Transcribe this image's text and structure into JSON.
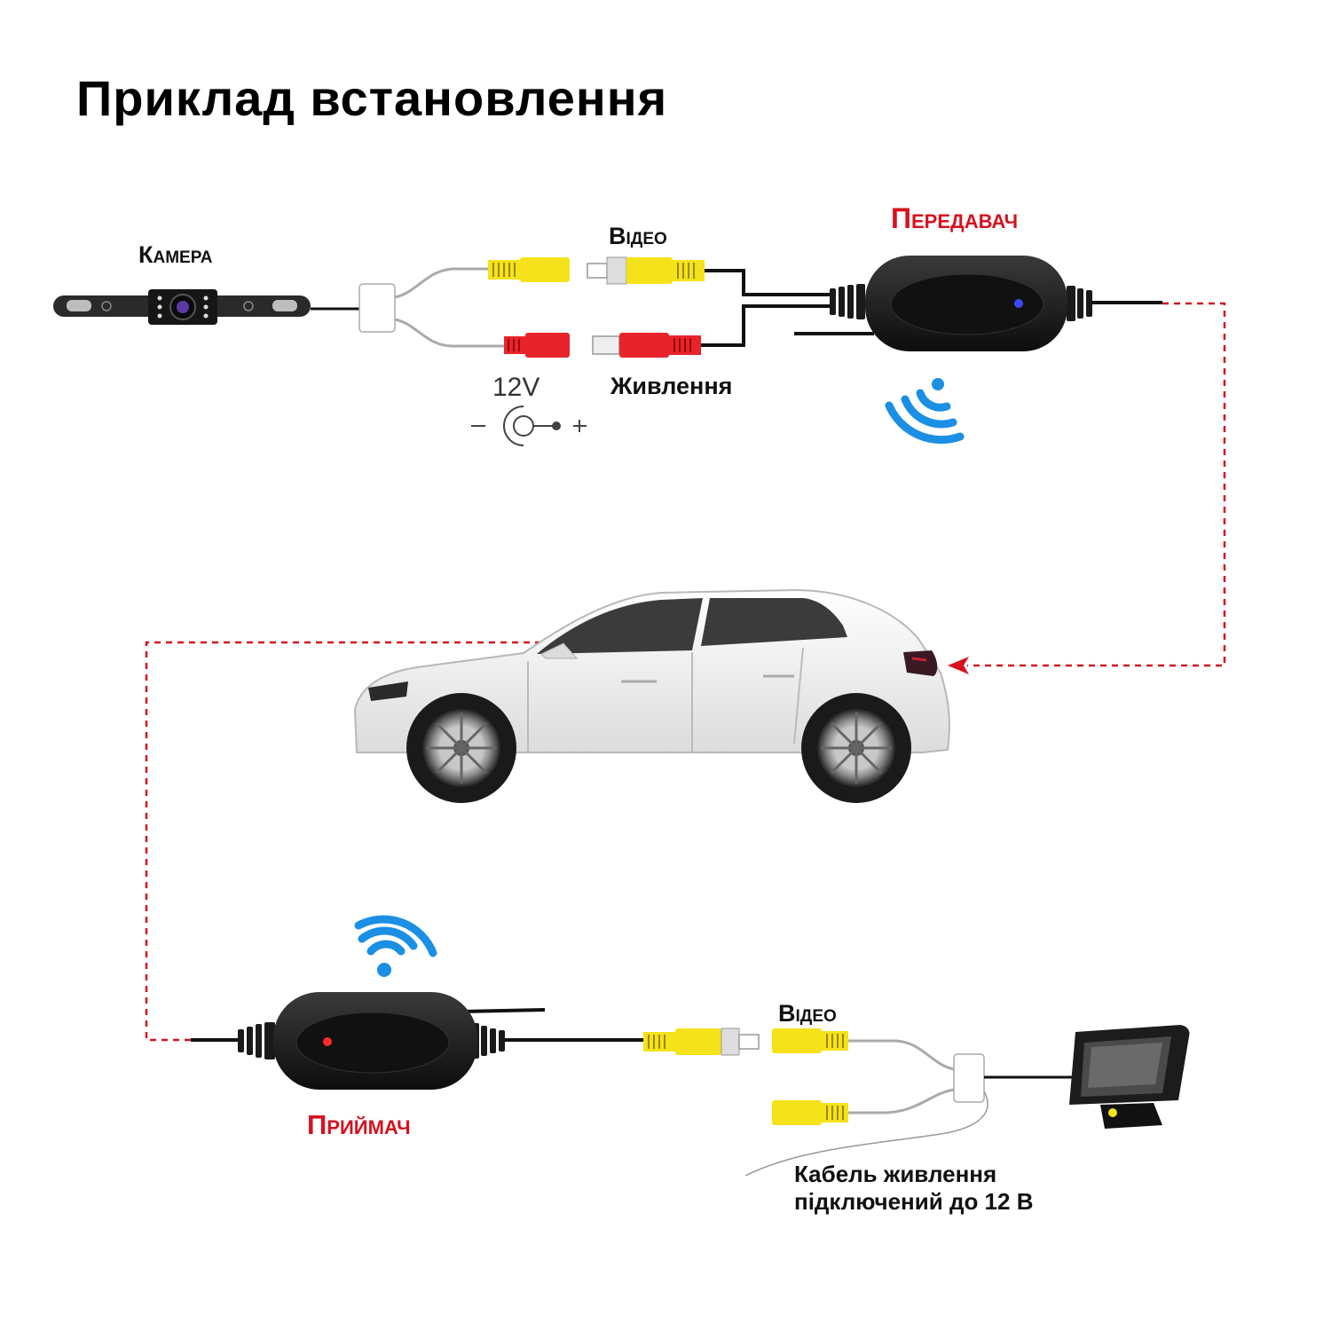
{
  "title": "Приклад встановлення",
  "labels": {
    "camera": "Камера",
    "video_top": "Відео",
    "power": "Живлення",
    "transmitter": "Передавач",
    "voltage": "12V",
    "minus": "−",
    "plus": "+",
    "receiver": "Приймач",
    "video_bottom": "Відео",
    "cable_note_line1": "Кабель живлення",
    "cable_note_line2": "підключений до 12 В"
  },
  "colors": {
    "dashed_line": "#d6121f",
    "label_red": "#d6121f",
    "wifi_blue": "#1a8fe3",
    "connector_yellow": "#f5e21a",
    "connector_red": "#e8232a",
    "device_black": "#1a1a1a",
    "car_body": "#f4f4f4"
  },
  "icons": [
    "wifi-icon",
    "dc-jack-icon",
    "car",
    "camera",
    "monitor",
    "transmitter",
    "receiver"
  ]
}
